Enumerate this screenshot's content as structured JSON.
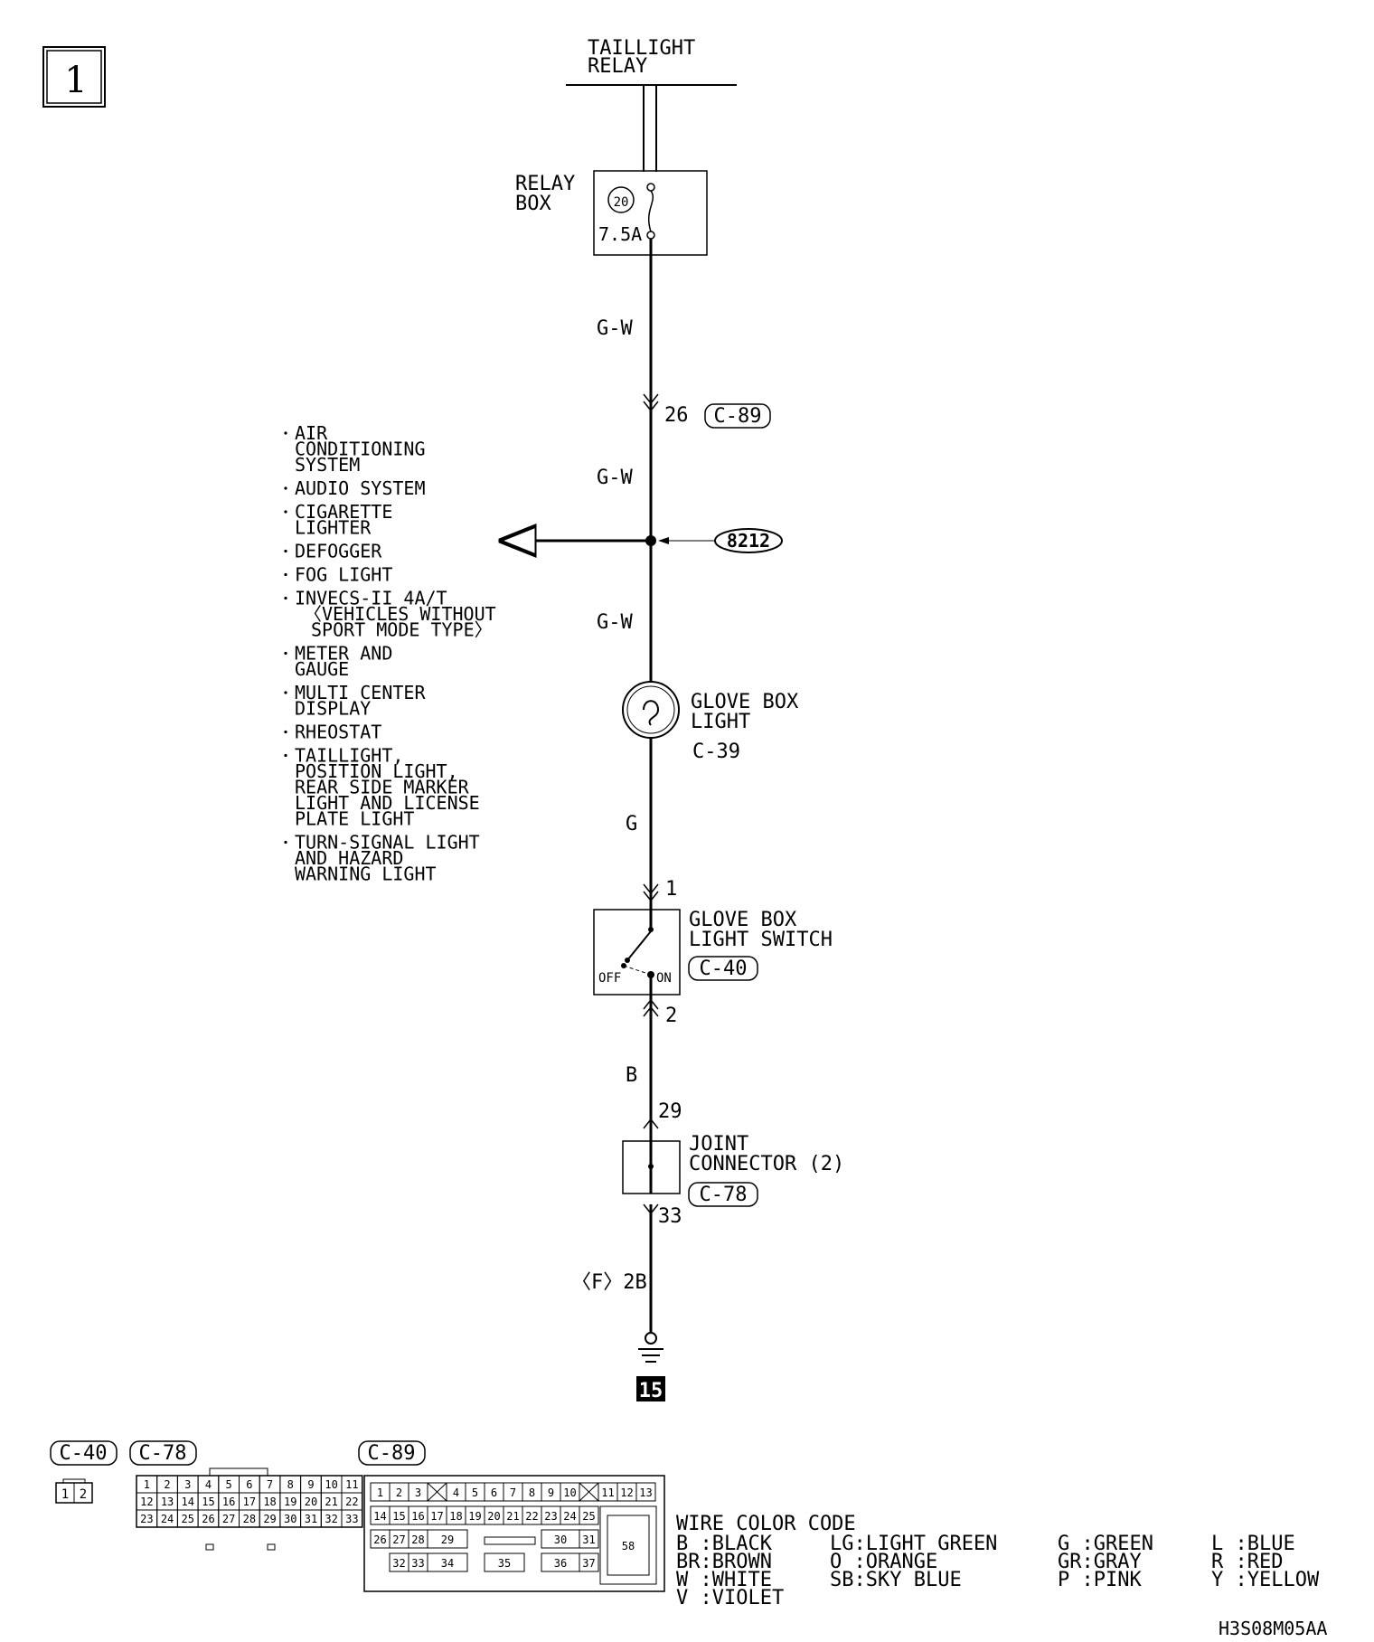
{
  "page_number": "1",
  "source": {
    "line1": "TAILLIGHT",
    "line2": "RELAY"
  },
  "relay_box": {
    "line1": "RELAY",
    "line2": "BOX",
    "fuse_no": "20",
    "fuse_rating": "7.5A"
  },
  "wires": {
    "w1": "G-W",
    "w2": "G-W",
    "w3": "G-W",
    "w4": "G",
    "w5": "B",
    "w6": "〈F〉2B"
  },
  "connectors": {
    "c89_pin": "26",
    "c89": "C-89",
    "c40_pin1": "1",
    "c40_pin2": "2",
    "c40": "C-40",
    "c78_pin_in": "29",
    "c78_pin_out": "33",
    "c78": "C-78"
  },
  "junction": {
    "label": "8212"
  },
  "branch_list": [
    [
      "AIR",
      "CONDITIONING",
      "SYSTEM"
    ],
    [
      "AUDIO SYSTEM"
    ],
    [
      "CIGARETTE",
      "LIGHTER"
    ],
    [
      "DEFOGGER"
    ],
    [
      "FOG LIGHT"
    ],
    [
      "INVECS-II 4A/T",
      "〈VEHICLES WITHOUT",
      "SPORT MODE TYPE〉"
    ],
    [
      "METER AND",
      "GAUGE"
    ],
    [
      "MULTI CENTER",
      "DISPLAY"
    ],
    [
      "RHEOSTAT"
    ],
    [
      "TAILLIGHT,",
      "POSITION LIGHT,",
      "REAR SIDE MARKER",
      "LIGHT AND LICENSE",
      "PLATE LIGHT"
    ],
    [
      "TURN-SIGNAL LIGHT",
      "AND HAZARD",
      "WARNING LIGHT"
    ]
  ],
  "glove_light": {
    "line1": "GLOVE BOX",
    "line2": "LIGHT",
    "conn": "C-39"
  },
  "switch": {
    "line1": "GLOVE BOX",
    "line2": "LIGHT SWITCH",
    "off": "OFF",
    "on": "ON"
  },
  "joint": {
    "line1": "JOINT",
    "line2": "CONNECTOR (2)"
  },
  "ground": {
    "number": "15"
  },
  "bottom_connectors": {
    "c40": "C-40",
    "c78": "C-78",
    "c89": "C-89",
    "c40_pins": [
      "1",
      "2"
    ],
    "c78_rows": [
      [
        "1",
        "2",
        "3",
        "4",
        "5",
        "6",
        "7",
        "8",
        "9",
        "10",
        "11"
      ],
      [
        "12",
        "13",
        "14",
        "15",
        "16",
        "17",
        "18",
        "19",
        "20",
        "21",
        "22"
      ],
      [
        "23",
        "24",
        "25",
        "26",
        "27",
        "28",
        "29",
        "30",
        "31",
        "32",
        "33"
      ]
    ],
    "c89_cells": {
      "r1": [
        "1",
        "2",
        "3",
        "4",
        "5",
        "6",
        "7",
        "8",
        "9",
        "10",
        "11",
        "12",
        "13"
      ],
      "r2": [
        "14",
        "15",
        "16",
        "17",
        "18",
        "19",
        "20",
        "21",
        "22",
        "23",
        "24",
        "25"
      ],
      "r3": [
        "26",
        "27",
        "28",
        "29",
        "30",
        "31"
      ],
      "r4": [
        "32",
        "33",
        "34",
        "35",
        "36",
        "37"
      ],
      "big": "58"
    }
  },
  "wire_color_code": {
    "title": "WIRE COLOR CODE",
    "columns": [
      [
        "B :BLACK",
        "BR:BROWN",
        "W :WHITE",
        "V :VIOLET"
      ],
      [
        "LG:LIGHT GREEN",
        "O :ORANGE",
        "SB:SKY BLUE"
      ],
      [
        "G :GREEN",
        "GR:GRAY",
        "P :PINK"
      ],
      [
        "L :BLUE",
        "R :RED",
        "Y :YELLOW"
      ]
    ]
  },
  "drawing_code": "H3S08M05AA"
}
